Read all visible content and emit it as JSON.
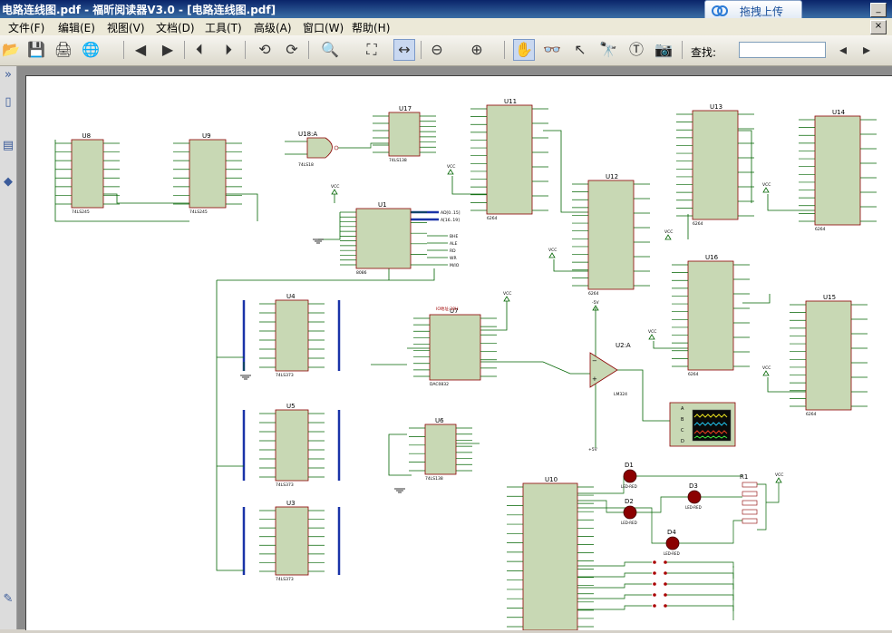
{
  "window": {
    "title": "电路连线图.pdf - 福昕阅读器V3.0 - [电路连线图.pdf]",
    "upload_label": "拖拽上传",
    "controls": [
      "_",
      "×"
    ]
  },
  "menu": [
    "文件(F)",
    "编辑(E)",
    "视图(V)",
    "文档(D)",
    "工具(T)",
    "高级(A)",
    "窗口(W)",
    "帮助(H)"
  ],
  "toolbar": {
    "find_label": "查找:",
    "find_value": ""
  },
  "schematic": {
    "chips": {
      "u8": {
        "ref": "U8",
        "part": "74LS245"
      },
      "u9": {
        "ref": "U9",
        "part": "74LS245"
      },
      "u18": {
        "ref": "U18:A",
        "part": "74LS18"
      },
      "u17": {
        "ref": "U17",
        "part": "74LS138"
      },
      "u11": {
        "ref": "U11",
        "part": "6264"
      },
      "u12": {
        "ref": "U12",
        "part": "6264"
      },
      "u13": {
        "ref": "U13",
        "part": "6264"
      },
      "u14": {
        "ref": "U14",
        "part": "6264"
      },
      "u16": {
        "ref": "U16",
        "part": "6264"
      },
      "u15": {
        "ref": "U15",
        "part": "6264"
      },
      "u1": {
        "ref": "U1",
        "part": "8086"
      },
      "u4": {
        "ref": "U4",
        "part": "74LS373"
      },
      "u5": {
        "ref": "U5",
        "part": "74LS373"
      },
      "u3": {
        "ref": "U3",
        "part": "74LS373"
      },
      "u7": {
        "ref": "U7",
        "part": "DAC0832"
      },
      "u6": {
        "ref": "U6",
        "part": "74LS138"
      },
      "u10": {
        "ref": "U10",
        "part": ""
      },
      "u2": {
        "ref": "U2:A",
        "part": "LM324"
      }
    },
    "leds": [
      {
        "ref": "D1",
        "part": "LED-RED"
      },
      {
        "ref": "D2",
        "part": "LED-RED"
      },
      {
        "ref": "D3",
        "part": "LED-RED"
      },
      {
        "ref": "D4",
        "part": "LED-RED"
      }
    ],
    "resistor": {
      "ref": "R1"
    },
    "power": {
      "vcc": "VCC",
      "pos5": "+5V",
      "neg5": "-5V"
    },
    "dac_note": "IO地址:30H",
    "bus_labels": {
      "u1_bus": [
        "AD[0..15]",
        "A[16..19]"
      ],
      "u1_ctrl": [
        "BHE",
        "ALE",
        "RD",
        "WR",
        "M/IO"
      ]
    }
  },
  "colors": {
    "chip_fill": "#c8d8b4",
    "chip_stroke": "#8b0000",
    "wire": "#006400",
    "bus": "#1a33a8",
    "led": "#8b0000"
  }
}
